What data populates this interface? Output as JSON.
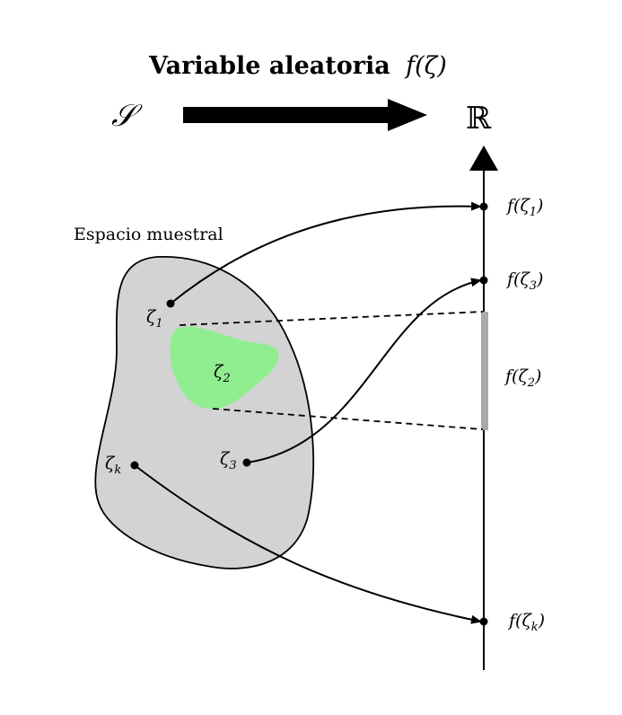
{
  "title": {
    "text": "Variable aleatoria",
    "math": "f(ζ)"
  },
  "labels": {
    "sample_set": "𝒮",
    "reals": "ℝ",
    "sample_space": "Espacio muestral"
  },
  "outcomes": {
    "zeta1": {
      "base": "ζ",
      "sub": "1"
    },
    "zeta2": {
      "base": "ζ",
      "sub": "2"
    },
    "zeta3": {
      "base": "ζ",
      "sub": "3"
    },
    "zetak": {
      "base": "ζ",
      "sub": "k"
    }
  },
  "images": {
    "f_zeta1": {
      "pre": "f(ζ",
      "sub": "1",
      "post": ")"
    },
    "f_zeta3": {
      "pre": "f(ζ",
      "sub": "3",
      "post": ")"
    },
    "f_zeta2": {
      "pre": "f(ζ",
      "sub": "2",
      "post": ")"
    },
    "f_zetak": {
      "pre": "f(ζ",
      "sub": "k",
      "post": ")"
    }
  },
  "colors": {
    "sample_space_fill": "#d3d3d3",
    "event_fill": "#90ee90",
    "interval_fill": "#a9a9a9",
    "stroke": "#000000"
  }
}
